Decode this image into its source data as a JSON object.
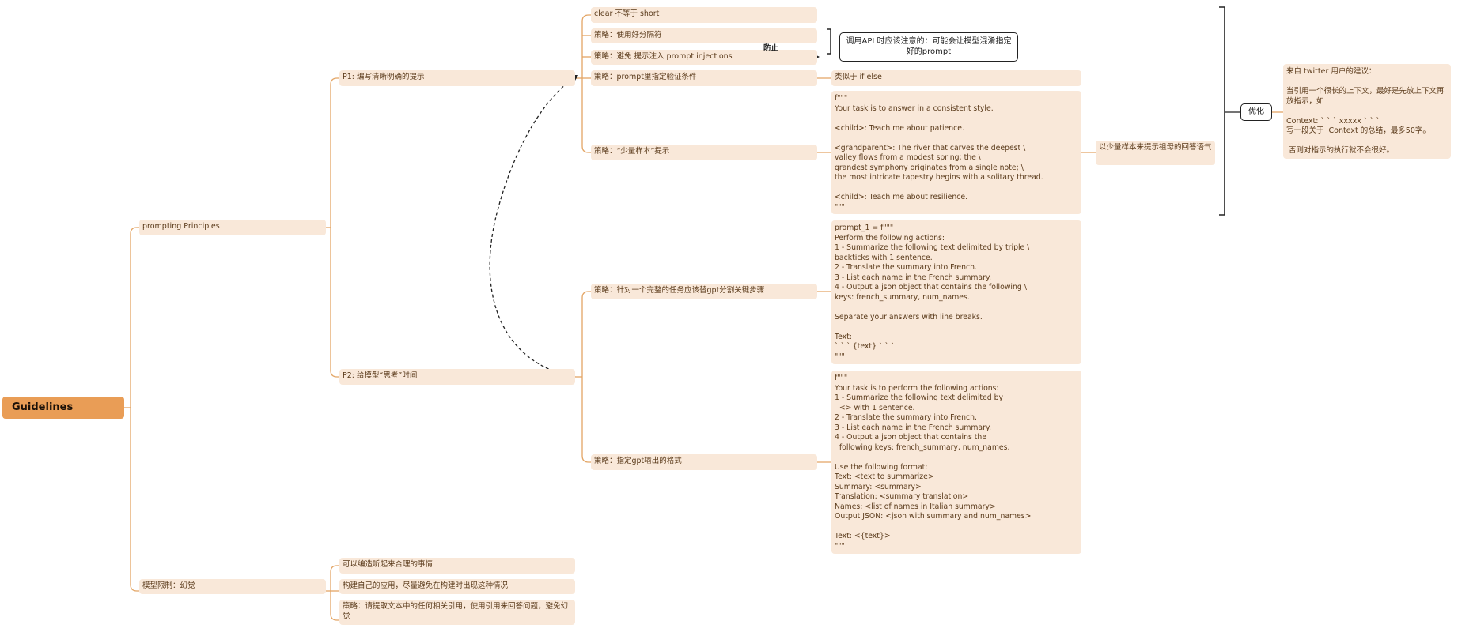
{
  "root": {
    "label": "Guidelines"
  },
  "branches": {
    "principles": {
      "label": "prompting Principles"
    },
    "hallucination": {
      "label": "模型限制：幻觉"
    }
  },
  "p1": {
    "label": "P1: 编写清晰明确的提示",
    "strategies": {
      "clear": "clear 不等于 short",
      "delimiter": "策略：使用好分隔符",
      "injection": "策略：避免 提示注入 prompt injections",
      "conditions": "策略：prompt里指定验证条件",
      "fewshot": "策略：“少量样本”提示"
    },
    "conditions_note": "类似于 if else",
    "fewshot_example": "f\"\"\"\nYour task is to answer in a consistent style.\n\n<child>: Teach me about patience.\n\n<grandparent>: The river that carves the deepest \\\nvalley flows from a modest spring; the \\\ngrandest symphony originates from a single note; \\\nthe most intricate tapestry begins with a solitary thread.\n\n<child>: Teach me about resilience.\n\"\"\"",
    "fewshot_note": "以少量样本来提示祖母的回答语气",
    "prevent_label": "防止",
    "api_note": "调用API 时应该注意的：可能会让模型混淆指定好的prompt"
  },
  "optimize": {
    "label": "优化",
    "note": "来自 twitter 用户的建议：\n\n当引用一个很长的上下文，最好是先放上下文再放指示，如\n\nContext: ` ` ` xxxxx ` ` `\n写一段关于  Context 的总结，最多50字。\n\n 否则对指示的执行就不会很好。"
  },
  "p2": {
    "label": "P2: 给模型“思考”时间",
    "strategies": {
      "steps": "策略：针对一个完整的任务应该替gpt分割关键步骤",
      "format": "策略：指定gpt输出的格式"
    },
    "steps_example": "prompt_1 = f\"\"\"\nPerform the following actions:\n1 - Summarize the following text delimited by triple \\\nbackticks with 1 sentence.\n2 - Translate the summary into French.\n3 - List each name in the French summary.\n4 - Output a json object that contains the following \\\nkeys: french_summary, num_names.\n\nSeparate your answers with line breaks.\n\nText:\n` ` ` {text} ` ` `\n\"\"\"",
    "format_example": "f\"\"\"\nYour task is to perform the following actions:\n1 - Summarize the following text delimited by\n  <> with 1 sentence.\n2 - Translate the summary into French.\n3 - List each name in the French summary.\n4 - Output a json object that contains the\n  following keys: french_summary, num_names.\n\nUse the following format:\nText: <text to summarize>\nSummary: <summary>\nTranslation: <summary translation>\nNames: <list of names in Italian summary>\nOutput JSON: <json with summary and num_names>\n\nText: <{text}>\n\"\"\""
  },
  "hallucination_items": {
    "plausible": "可以编造听起来合理的事情",
    "avoid": "构建自己的应用，尽量避免在构建时出现这种情况",
    "strategy": "策略：请提取文本中的任何相关引用，使用引用来回答问题，避免幻觉"
  },
  "colors": {
    "line": "#e3a565",
    "node": "#f9e8d9",
    "root": "#e99d56",
    "text": "#5a3a1a"
  }
}
